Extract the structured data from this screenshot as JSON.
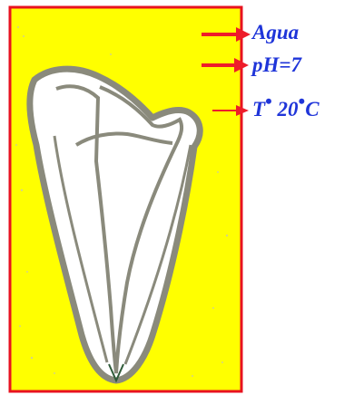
{
  "colors": {
    "beaker_fill": "#ffff00",
    "beaker_border": "#e8121f",
    "tooth_outline": "#8a8a7c",
    "tooth_fill": "#ffffff",
    "arrow": "#ee1c2a",
    "label_text": "#1f35d9"
  },
  "labels": {
    "medium": "Agua",
    "ph": "pH=7",
    "temperature_prefix": "T",
    "temperature_value": "20",
    "temperature_unit": "C",
    "degree_symbol": "•"
  }
}
